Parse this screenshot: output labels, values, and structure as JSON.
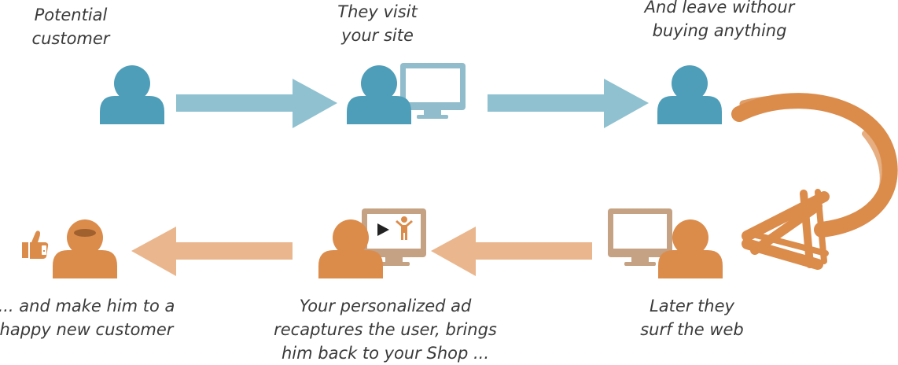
{
  "colors": {
    "teal": "#4e9eb9",
    "teal_arrow": "#8fc1d0",
    "teal_monitor": "#90bccc",
    "orange": "#db8c4b",
    "orange_arrow": "#eab68d",
    "tan_monitor": "#c5a283",
    "text": "#3a3a3a"
  },
  "icons": {
    "person": "person-icon",
    "monitor": "monitor-icon",
    "play": "play-icon",
    "thumbs_up": "thumbs-up-icon",
    "brush_arrow": "curved-brush-arrow-icon"
  },
  "top_row": {
    "step1": {
      "label": "Potential\ncustomer"
    },
    "step2": {
      "label": "They visit\nyour  site"
    },
    "step3": {
      "label": "And leave withour\nbuying anything"
    }
  },
  "bottom_row": {
    "step4": {
      "label": "Later they\nsurf the web"
    },
    "step5": {
      "label": "Your personalized ad\nrecaptures the user, brings\nhim back to your Shop ..."
    },
    "step6": {
      "label": "... and make him to a\nhappy new customer"
    }
  }
}
